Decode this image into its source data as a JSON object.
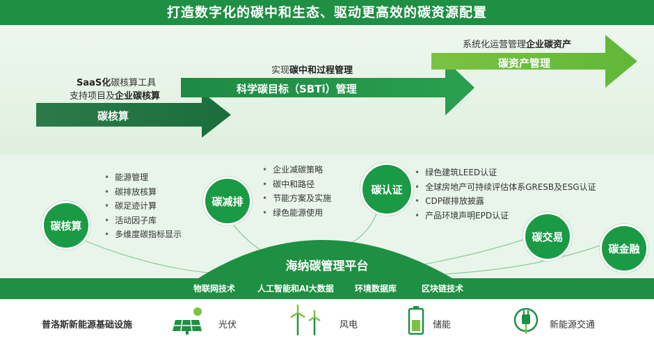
{
  "title": "打造数字化的碳中和生态、驱动更高效的碳资源配置",
  "stages": [
    {
      "line1_bold": "SaaS化",
      "line1_rest": "碳核算工具",
      "line2_rest": "支持项目及",
      "line2_bold": "企业碳核算",
      "arrow_label": "碳核算"
    },
    {
      "line1_rest": "实现",
      "line1_bold": "碳中和过程管理",
      "arrow_label": "科学碳目标（SBTi）管理"
    },
    {
      "line1_rest": "系统化运营管理",
      "line1_bold": "企业碳资产",
      "arrow_label": "碳资产管理"
    }
  ],
  "nodes": [
    {
      "label": "碳核算",
      "items": [
        "能源管理",
        "碳排放核算",
        "碳足迹计算",
        "活动因子库",
        "多维度碳指标显示"
      ]
    },
    {
      "label": "碳减排",
      "items": [
        "企业减碳策略",
        "碳中和路径",
        "节能方案及实施",
        "绿色能源使用"
      ]
    },
    {
      "label": "碳认证",
      "items": [
        "绿色建筑LEED认证",
        "全球房地产可持续评估体系GRESB及ESG认证",
        "CDP碳排放披露",
        "产品环境声明EPD认证"
      ]
    },
    {
      "label": "碳交易",
      "items": []
    },
    {
      "label": "碳金融",
      "items": []
    }
  ],
  "platform": "海纳碳管理平台",
  "tech": [
    "物联网技术",
    "人工智能和AI大数据",
    "环境数据库",
    "区块链技术"
  ],
  "infrastructure": {
    "title": "普洛斯新能源基础设施",
    "items": [
      "光伏",
      "风电",
      "储能",
      "新能源交通"
    ]
  },
  "colors": {
    "primary": "#1f8f43",
    "accent": "#7cc242",
    "panel": "#e9f5ea"
  }
}
